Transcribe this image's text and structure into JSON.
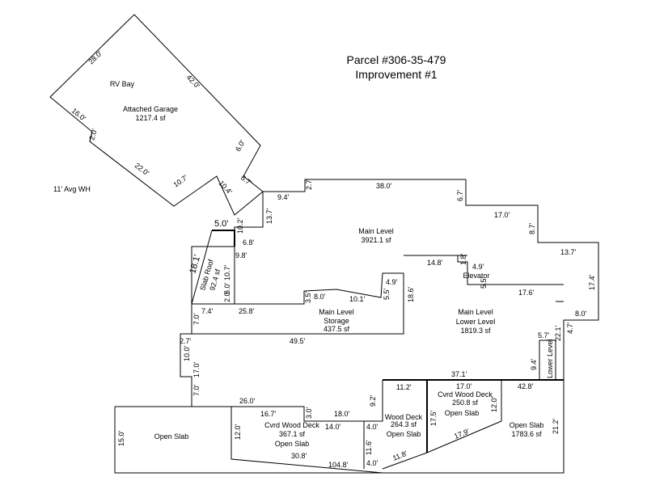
{
  "header": {
    "line1": "Parcel #306-35-479",
    "line2": "Improvement #1"
  },
  "notes": {
    "wall_height": "11' Avg WH"
  },
  "areas": {
    "rv_bay": "RV Bay",
    "garage_name": "Attached Garage",
    "garage_sf": "1217.4 sf",
    "main_name": "Main Level",
    "main_sf": "3921.1 sf",
    "elevator": "Elevator",
    "storage_name": "Main Level",
    "storage_sub": "Storage",
    "storage_sf": "437.5 sf",
    "lower_name": "Main Level",
    "lower_sub": "Lower Level",
    "lower_sf": "1819.3 sf",
    "lower_level_tag": "Lower Level",
    "slab_roof_name": "Slab Roof",
    "slab_roof_sf": "92.4 sf",
    "open_slab_left": "Open Slab",
    "cvrd_deck1_name": "Cvrd Wood Deck",
    "cvrd_deck1_sf": "367.1 sf",
    "cvrd_deck1_sub": "Open Slab",
    "wood_deck_name": "Wood Deck",
    "wood_deck_sf": "264.3 sf",
    "wood_deck_sub": "Open Slab",
    "cvrd_deck2_name": "Cvrd Wood Deck",
    "cvrd_deck2_sf": "250.8 sf",
    "cvrd_deck2_sub": "Open Slab",
    "open_slab_right": "Open Slab",
    "open_slab_right_sf": "1783.6 sf"
  },
  "dims": {
    "g_28": "28.0'",
    "g_42": "42.0'",
    "g_16": "16.0'",
    "g_2": "2.0'",
    "g_22": "22.0'",
    "g_107": "10.7'",
    "g_104": "10.4'",
    "g_6a": "6.0'",
    "g_6b": "6.7'",
    "m_94": "9.4'",
    "m_27": "2.7'",
    "m_380": "38.0'",
    "m_67": "6.7'",
    "m_170": "17.0'",
    "m_87": "8.7'",
    "m_137r": "13.7'",
    "m_174": "17.4'",
    "m_80": "8.0'",
    "m_47": "4.7'",
    "m_137l": "13.7'",
    "m_102": "10.2'",
    "m_50": "5.0'",
    "m_68": "6.8'",
    "m_98": "9.8'",
    "m_107": "10.7'",
    "m_181": "18.1'",
    "m_20": "2.0'",
    "m_50b": "5.0'",
    "m_74": "7.4'",
    "m_258": "25.8'",
    "m_70a": "7.0'",
    "m_35": "3.5'",
    "m_80b": "8.0'",
    "m_101": "10.1'",
    "m_55": "5.5'",
    "m_49": "4.9'",
    "m_186": "18.6'",
    "m_148": "14.8'",
    "m_18": "1.8'",
    "m_49b": "4.9'",
    "m_55b": "5.5'",
    "m_176": "17.6'",
    "m_57": "5.7'",
    "m_221": "22.1'",
    "m_94b": "9.4'",
    "m_27b": "2.7'",
    "m_100": "10.0'",
    "m_495": "49.5'",
    "m_170b": "17.0'",
    "m_371": "37.1'",
    "m_70b": "7.0'",
    "d_260": "26.0'",
    "d_150": "15.0'",
    "d_167": "16.7'",
    "d_30": "3.0'",
    "d_180": "18.0'",
    "d_120": "12.0'",
    "d_140": "14.0'",
    "d_308": "30.8'",
    "d_1048": "104.8'",
    "d_92": "9.2'",
    "d_112": "11.2'",
    "d_40a": "4.0'",
    "d_116": "11.6'",
    "d_40b": "4.0'",
    "d_118": "11.8'",
    "d_170": "17.0'",
    "d_175": "17.5'",
    "d_120b": "12.0'",
    "d_179": "17.9'",
    "d_428": "42.8'",
    "d_212": "21.2'"
  }
}
